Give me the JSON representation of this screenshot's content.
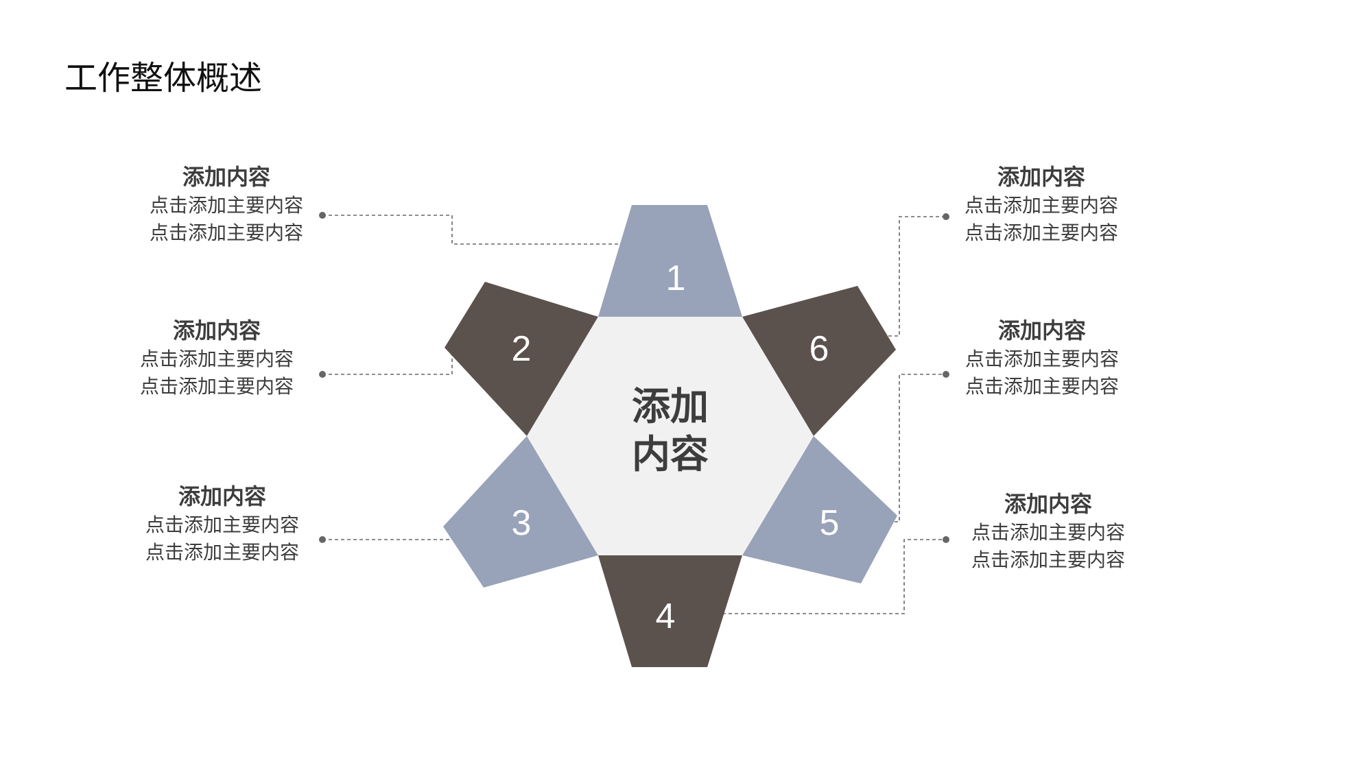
{
  "page": {
    "title": "工作整体概述"
  },
  "center": {
    "line1": "添加",
    "line2": "内容"
  },
  "colors": {
    "blue": "#98a2b8",
    "brown": "#5b514d",
    "center": "#f1f1f1",
    "connector": "#666666",
    "text": "#3d3d3d"
  },
  "petals": [
    {
      "number": "1",
      "color": "blue"
    },
    {
      "number": "2",
      "color": "brown"
    },
    {
      "number": "3",
      "color": "blue"
    },
    {
      "number": "4",
      "color": "brown"
    },
    {
      "number": "5",
      "color": "blue"
    },
    {
      "number": "6",
      "color": "brown"
    }
  ],
  "items": [
    {
      "heading": "添加内容",
      "line1": "点击添加主要内容",
      "line2": "点击添加主要内容"
    },
    {
      "heading": "添加内容",
      "line1": "点击添加主要内容",
      "line2": "点击添加主要内容"
    },
    {
      "heading": "添加内容",
      "line1": "点击添加主要内容",
      "line2": "点击添加主要内容"
    },
    {
      "heading": "添加内容",
      "line1": "点击添加主要内容",
      "line2": "点击添加主要内容"
    },
    {
      "heading": "添加内容",
      "line1": "点击添加主要内容",
      "line2": "点击添加主要内容"
    },
    {
      "heading": "添加内容",
      "line1": "点击添加主要内容",
      "line2": "点击添加主要内容"
    }
  ]
}
